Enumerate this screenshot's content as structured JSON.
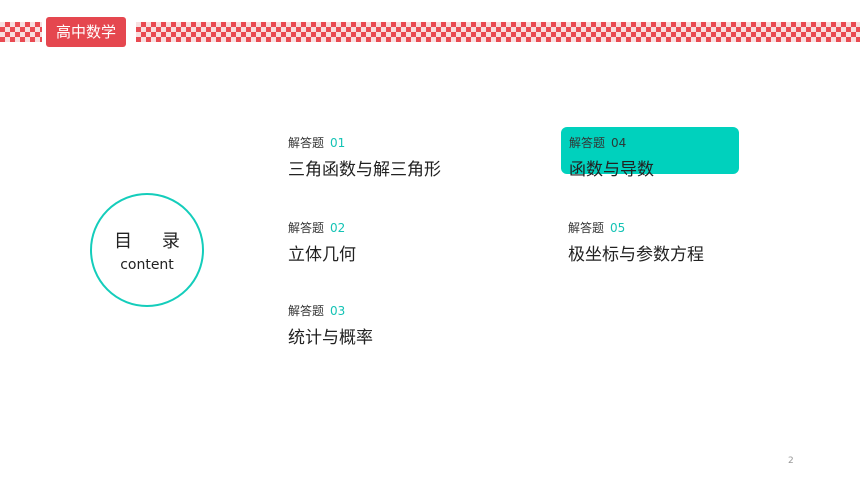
{
  "header": {
    "badge": "高中数学"
  },
  "toc": {
    "title": "目 录",
    "subtitle": "content"
  },
  "items": [
    {
      "prefix": "解答题",
      "num": "01",
      "title": "三角函数与解三角形"
    },
    {
      "prefix": "解答题",
      "num": "02",
      "title": "立体几何"
    },
    {
      "prefix": "解答题",
      "num": "03",
      "title": "统计与概率"
    },
    {
      "prefix": "解答题",
      "num": "04",
      "title": "函数与导数"
    },
    {
      "prefix": "解答题",
      "num": "05",
      "title": "极坐标与参数方程"
    }
  ],
  "page": {
    "number": "2"
  },
  "colors": {
    "accent": "#00d1bd",
    "badge": "#e5474f"
  }
}
